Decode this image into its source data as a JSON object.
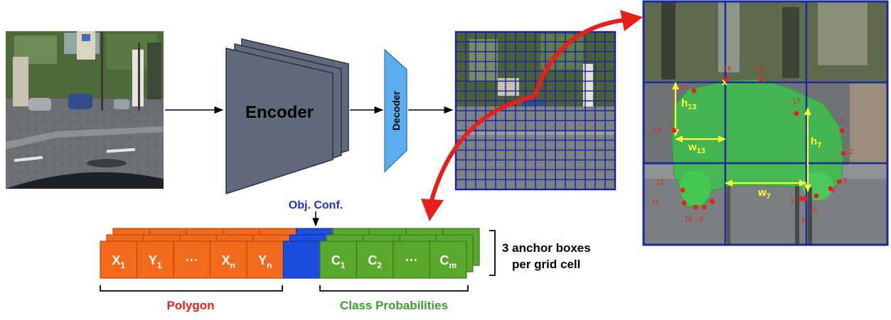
{
  "pipeline": {
    "encoder_label": "Encoder",
    "decoder_label": "Decoder"
  },
  "output_tensor": {
    "obj_conf_label": "Obj. Conf.",
    "polygon_cells": [
      {
        "main": "X",
        "sub": "1"
      },
      {
        "main": "Y",
        "sub": "1"
      },
      {
        "main": "···",
        "sub": ""
      },
      {
        "main": "X",
        "sub": "n"
      },
      {
        "main": "Y",
        "sub": "n"
      }
    ],
    "class_cells": [
      {
        "main": "C",
        "sub": "1"
      },
      {
        "main": "C",
        "sub": "2"
      },
      {
        "main": "···",
        "sub": ""
      },
      {
        "main": "C",
        "sub": "m"
      }
    ],
    "polygon_label": "Polygon",
    "class_label": "Class Probabilities",
    "anchor_label_line1": "3 anchor boxes",
    "anchor_label_line2": "per grid cell"
  },
  "zoom_view": {
    "h13": {
      "main": "h",
      "sub": "13"
    },
    "w13": {
      "main": "w",
      "sub": "13"
    },
    "h7": {
      "main": "h",
      "sub": "7"
    },
    "w7": {
      "main": "w",
      "sub": "7"
    },
    "center_marker": "x",
    "vertex_numbers": [
      "16",
      "15",
      "14",
      "17",
      "1",
      "13",
      "2",
      "12",
      "3",
      "11",
      "8",
      "4",
      "10",
      "9",
      "5",
      "6",
      "7"
    ]
  },
  "colors": {
    "polygon": "#f26b1d",
    "objectness": "#1f4fe0",
    "class": "#5aa82c",
    "grid": "#1a2a9e",
    "arrow": "#e8201c",
    "measure": "#ffff33",
    "encoder": "#5f6b7d",
    "decoder": "#5aaef0",
    "polygon_label_text": "#e8201c",
    "class_label_text": "#3ca02c",
    "obj_label_text": "#1f2ee0"
  }
}
